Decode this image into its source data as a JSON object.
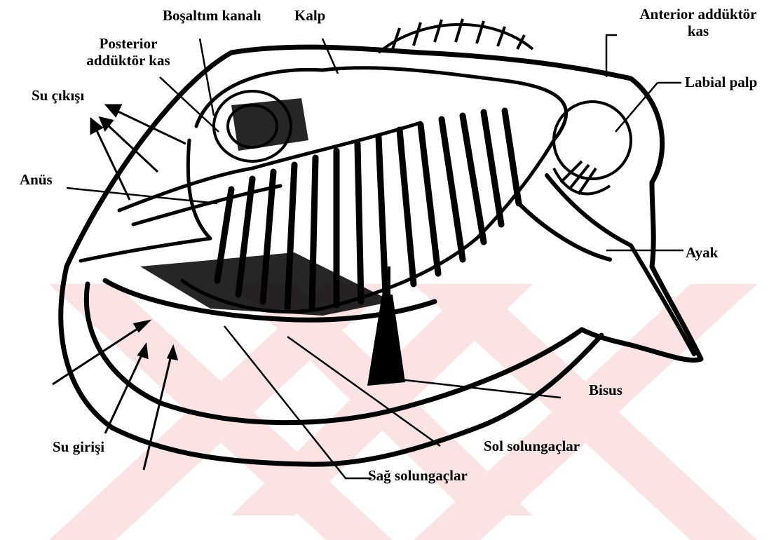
{
  "figure": {
    "labels": {
      "bosaltim_kanali": "Boşaltım kanalı",
      "kalp": "Kalp",
      "anterior_adduktor_kas_line1": "Anterior addüktör",
      "anterior_adduktor_kas_line2": "kas",
      "posterior_adduktor_kas_line1": "Posterior",
      "posterior_adduktor_kas_line2": "addüktör kas",
      "labial_palp": "Labial palp",
      "su_cikisi": "Su çıkışı",
      "anus": "Anüs",
      "ayak": "Ayak",
      "bisus": "Bisus",
      "sol_solungaclar": "Sol solungaçlar",
      "sag_solungaclar": "Sağ solungaçlar",
      "su_girisi": "Su girişi"
    },
    "colors": {
      "ink": "#000000",
      "watermark": "#fbe3e3",
      "paper": "#ffffff"
    }
  }
}
